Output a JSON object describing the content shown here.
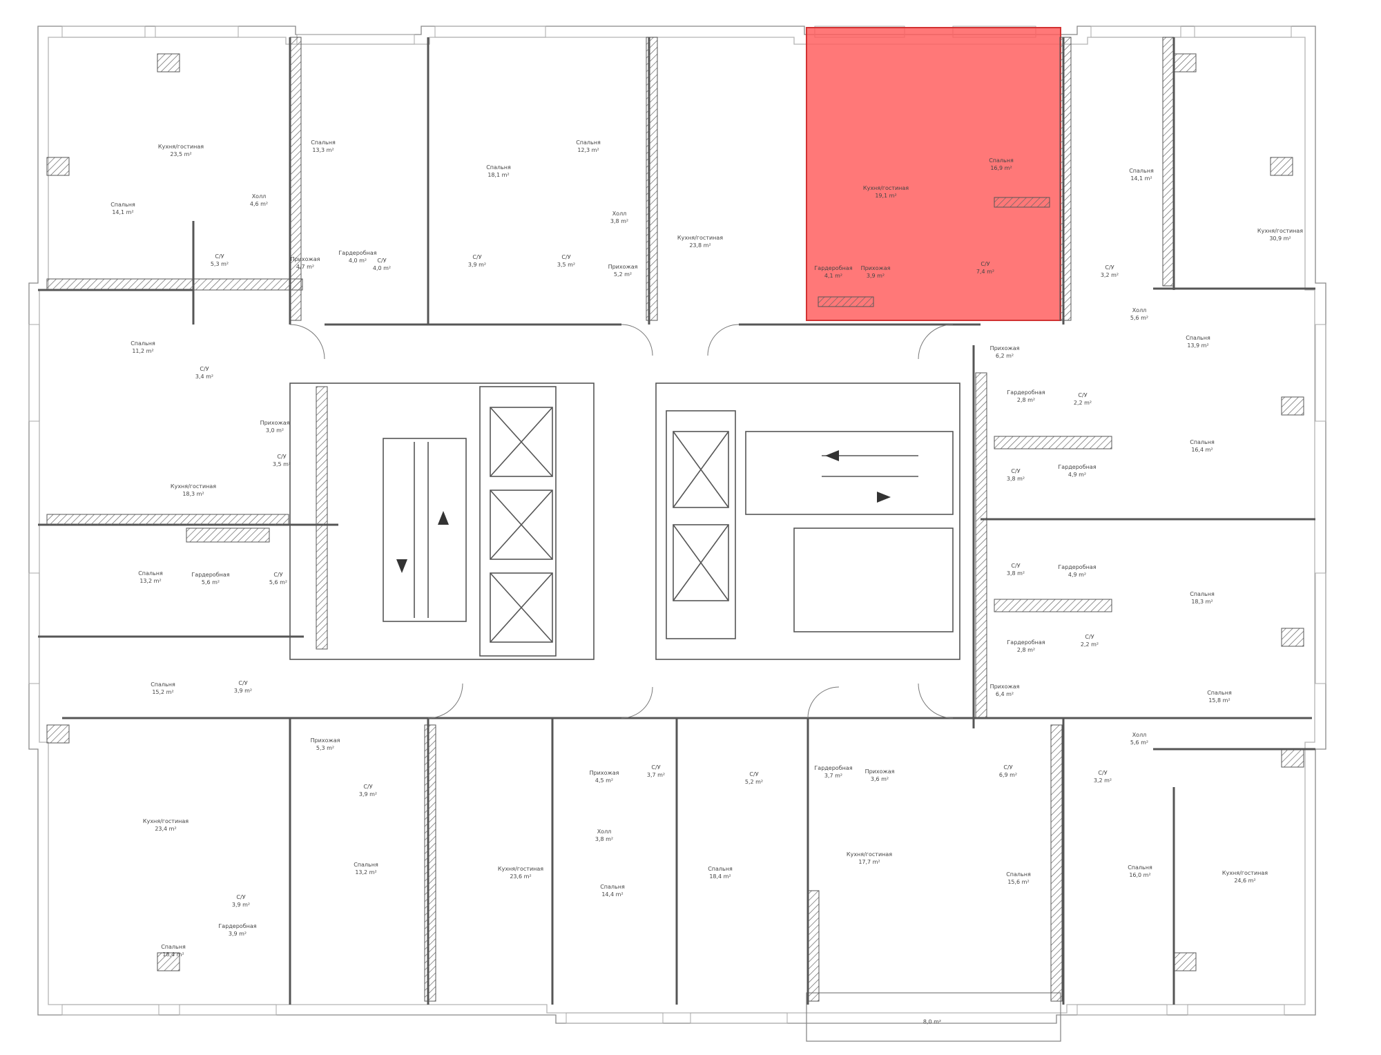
{
  "plan": {
    "highlight_color": "#ff5a5a",
    "wall_color": "#555555",
    "rooms": [
      {
        "name": "Кухня/гостиная",
        "area": "23,5 m²"
      },
      {
        "name": "Спальня",
        "area": "14,1 m²"
      },
      {
        "name": "Спальня",
        "area": "13,3 m²"
      },
      {
        "name": "Холл",
        "area": "4,6 m²"
      },
      {
        "name": "С/У",
        "area": "5,3 m²"
      },
      {
        "name": "Прихожая",
        "area": "4,7 m²"
      },
      {
        "name": "Гардеробная",
        "area": "4,0 m²"
      },
      {
        "name": "С/У",
        "area": "4,0 m²"
      },
      {
        "name": "Спальня",
        "area": "18,1 m²"
      },
      {
        "name": "С/У",
        "area": "3,9 m²"
      },
      {
        "name": "Спальня",
        "area": "12,3 m²"
      },
      {
        "name": "Холл",
        "area": "3,8 m²"
      },
      {
        "name": "С/У",
        "area": "3,5 m²"
      },
      {
        "name": "Прихожая",
        "area": "5,2 m²"
      },
      {
        "name": "Кухня/гостиная",
        "area": "23,8 m²"
      },
      {
        "name": "Кухня/гостиная",
        "area": "19,1 m²"
      },
      {
        "name": "Спальня",
        "area": "16,9 m²"
      },
      {
        "name": "Гардеробная",
        "area": "4,1 m²"
      },
      {
        "name": "Прихожая",
        "area": "3,9 m²"
      },
      {
        "name": "С/У",
        "area": "7,4 m²"
      },
      {
        "name": "Спальня",
        "area": "14,1 m²"
      },
      {
        "name": "С/У",
        "area": "3,2 m²"
      },
      {
        "name": "Кухня/гостиная",
        "area": "30,9 m²"
      },
      {
        "name": "Холл",
        "area": "5,6 m²"
      },
      {
        "name": "Спальня",
        "area": "11,2 m²"
      },
      {
        "name": "С/У",
        "area": "3,4 m²"
      },
      {
        "name": "Прихожая",
        "area": "3,0 m²"
      },
      {
        "name": "С/У",
        "area": "3,5 m²"
      },
      {
        "name": "Кухня/гостиная",
        "area": "18,3 m²"
      },
      {
        "name": "Спальня",
        "area": "13,2 m²"
      },
      {
        "name": "Гардеробная",
        "area": "5,6 m²"
      },
      {
        "name": "С/У",
        "area": "5,6 m²"
      },
      {
        "name": "Прихожая",
        "area": "6,2 m²"
      },
      {
        "name": "Гардеробная",
        "area": "2,8 m²"
      },
      {
        "name": "С/У",
        "area": "2,2 m²"
      },
      {
        "name": "Спальня",
        "area": "13,9 m²"
      },
      {
        "name": "С/У",
        "area": "3,8 m²"
      },
      {
        "name": "Гардеробная",
        "area": "4,9 m²"
      },
      {
        "name": "Спальня",
        "area": "16,4 m²"
      },
      {
        "name": "С/У",
        "area": "3,8 m²"
      },
      {
        "name": "Гардеробная",
        "area": "4,9 m²"
      },
      {
        "name": "Спальня",
        "area": "18,3 m²"
      },
      {
        "name": "Гардеробная",
        "area": "2,8 m²"
      },
      {
        "name": "С/У",
        "area": "2,2 m²"
      },
      {
        "name": "Спальня",
        "area": "15,2 m²"
      },
      {
        "name": "С/У",
        "area": "3,9 m²"
      },
      {
        "name": "Прихожая",
        "area": "6,4 m²"
      },
      {
        "name": "Спальня",
        "area": "15,8 m²"
      },
      {
        "name": "Прихожая",
        "area": "5,3 m²"
      },
      {
        "name": "С/У",
        "area": "3,9 m²"
      },
      {
        "name": "Прихожая",
        "area": "4,5 m²"
      },
      {
        "name": "С/У",
        "area": "3,7 m²"
      },
      {
        "name": "С/У",
        "area": "5,2 m²"
      },
      {
        "name": "Гардеробная",
        "area": "3,7 m²"
      },
      {
        "name": "Прихожая",
        "area": "3,6 m²"
      },
      {
        "name": "С/У",
        "area": "6,9 m²"
      },
      {
        "name": "Холл",
        "area": "5,6 m²"
      },
      {
        "name": "С/У",
        "area": "3,2 m²"
      },
      {
        "name": "Кухня/гостиная",
        "area": "23,4 m²"
      },
      {
        "name": "Холл",
        "area": "3,8 m²"
      },
      {
        "name": "Спальня",
        "area": "13,2 m²"
      },
      {
        "name": "Кухня/гостиная",
        "area": "23,6 m²"
      },
      {
        "name": "Спальня",
        "area": "14,4 m²"
      },
      {
        "name": "Спальня",
        "area": "18,4 m²"
      },
      {
        "name": "Кухня/гостиная",
        "area": "17,7 m²"
      },
      {
        "name": "Спальня",
        "area": "15,6 m²"
      },
      {
        "name": "Спальня",
        "area": "16,0 m²"
      },
      {
        "name": "Кухня/гостиная",
        "area": "24,6 m²"
      },
      {
        "name": "С/У",
        "area": "3,9 m²"
      },
      {
        "name": "Спальня",
        "area": "18,4 m²"
      },
      {
        "name": "Гардеробная",
        "area": "3,9 m²"
      },
      {
        "name": "",
        "area": "8,0 m²"
      }
    ]
  }
}
